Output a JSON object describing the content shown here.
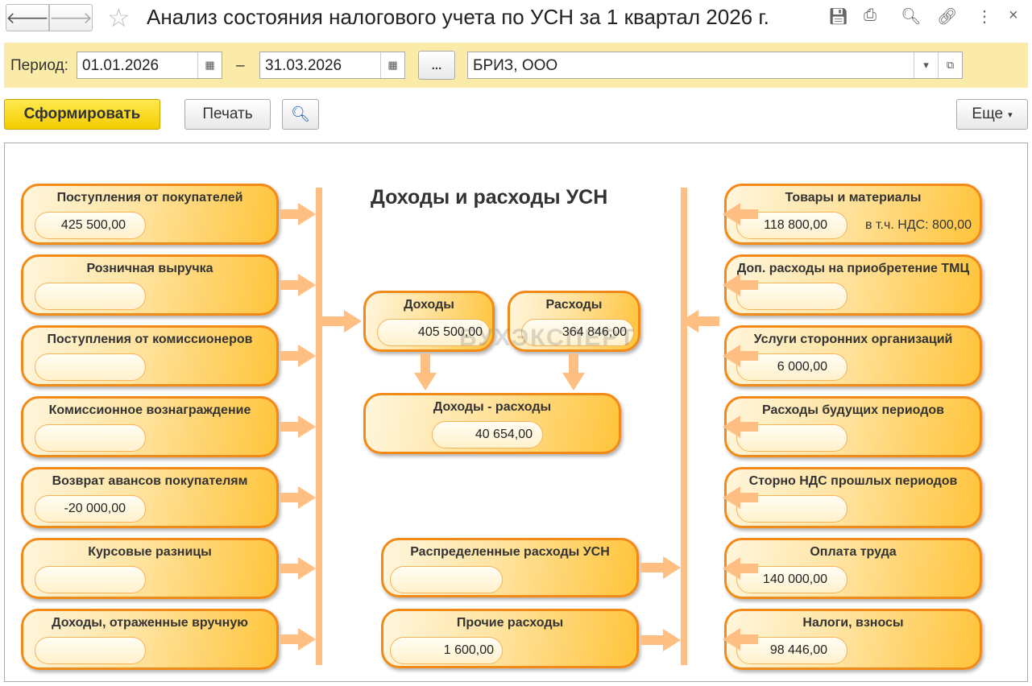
{
  "window": {
    "title": "Анализ состояния налогового учета по УСН за 1 квартал 2026 г."
  },
  "filter": {
    "period_label": "Период:",
    "date_from": "01.01.2026",
    "dash": "–",
    "date_to": "31.03.2026",
    "ellipsis": "...",
    "organization": "БРИЗ, ООО"
  },
  "toolbar": {
    "generate": "Сформировать",
    "print": "Печать",
    "more": "Еще"
  },
  "report": {
    "title": "Доходы и расходы УСН",
    "watermark": "БУХЭКСПЕРТ",
    "income_items": [
      {
        "label": "Поступления от покупателей",
        "value": "425 500,00"
      },
      {
        "label": "Розничная выручка",
        "value": ""
      },
      {
        "label": "Поступления от комиссионеров",
        "value": ""
      },
      {
        "label": "Комиссионное вознаграждение",
        "value": ""
      },
      {
        "label": "Возврат авансов покупателям",
        "value": "-20 000,00"
      },
      {
        "label": "Курсовые разницы",
        "value": ""
      },
      {
        "label": "Доходы, отраженные вручную",
        "value": ""
      }
    ],
    "expense_items": [
      {
        "label": "Товары и материалы",
        "value": "118 800,00",
        "note": "в т.ч. НДС: 800,00"
      },
      {
        "label": "Доп. расходы на приобретение ТМЦ",
        "value": ""
      },
      {
        "label": "Услуги сторонних организаций",
        "value": "6 000,00"
      },
      {
        "label": "Расходы будущих периодов",
        "value": ""
      },
      {
        "label": "Сторно НДС прошлых периодов",
        "value": ""
      },
      {
        "label": "Оплата труда",
        "value": "140 000,00"
      },
      {
        "label": "Налоги, взносы",
        "value": "98 446,00"
      }
    ],
    "income": {
      "label": "Доходы",
      "value": "405 500,00"
    },
    "expenses": {
      "label": "Расходы",
      "value": "364 846,00"
    },
    "difference": {
      "label": "Доходы - расходы",
      "value": "40 654,00"
    },
    "distributed": {
      "label": "Распределенные расходы УСН",
      "value": ""
    },
    "other": {
      "label": "Прочие расходы",
      "value": "1 600,00"
    }
  }
}
